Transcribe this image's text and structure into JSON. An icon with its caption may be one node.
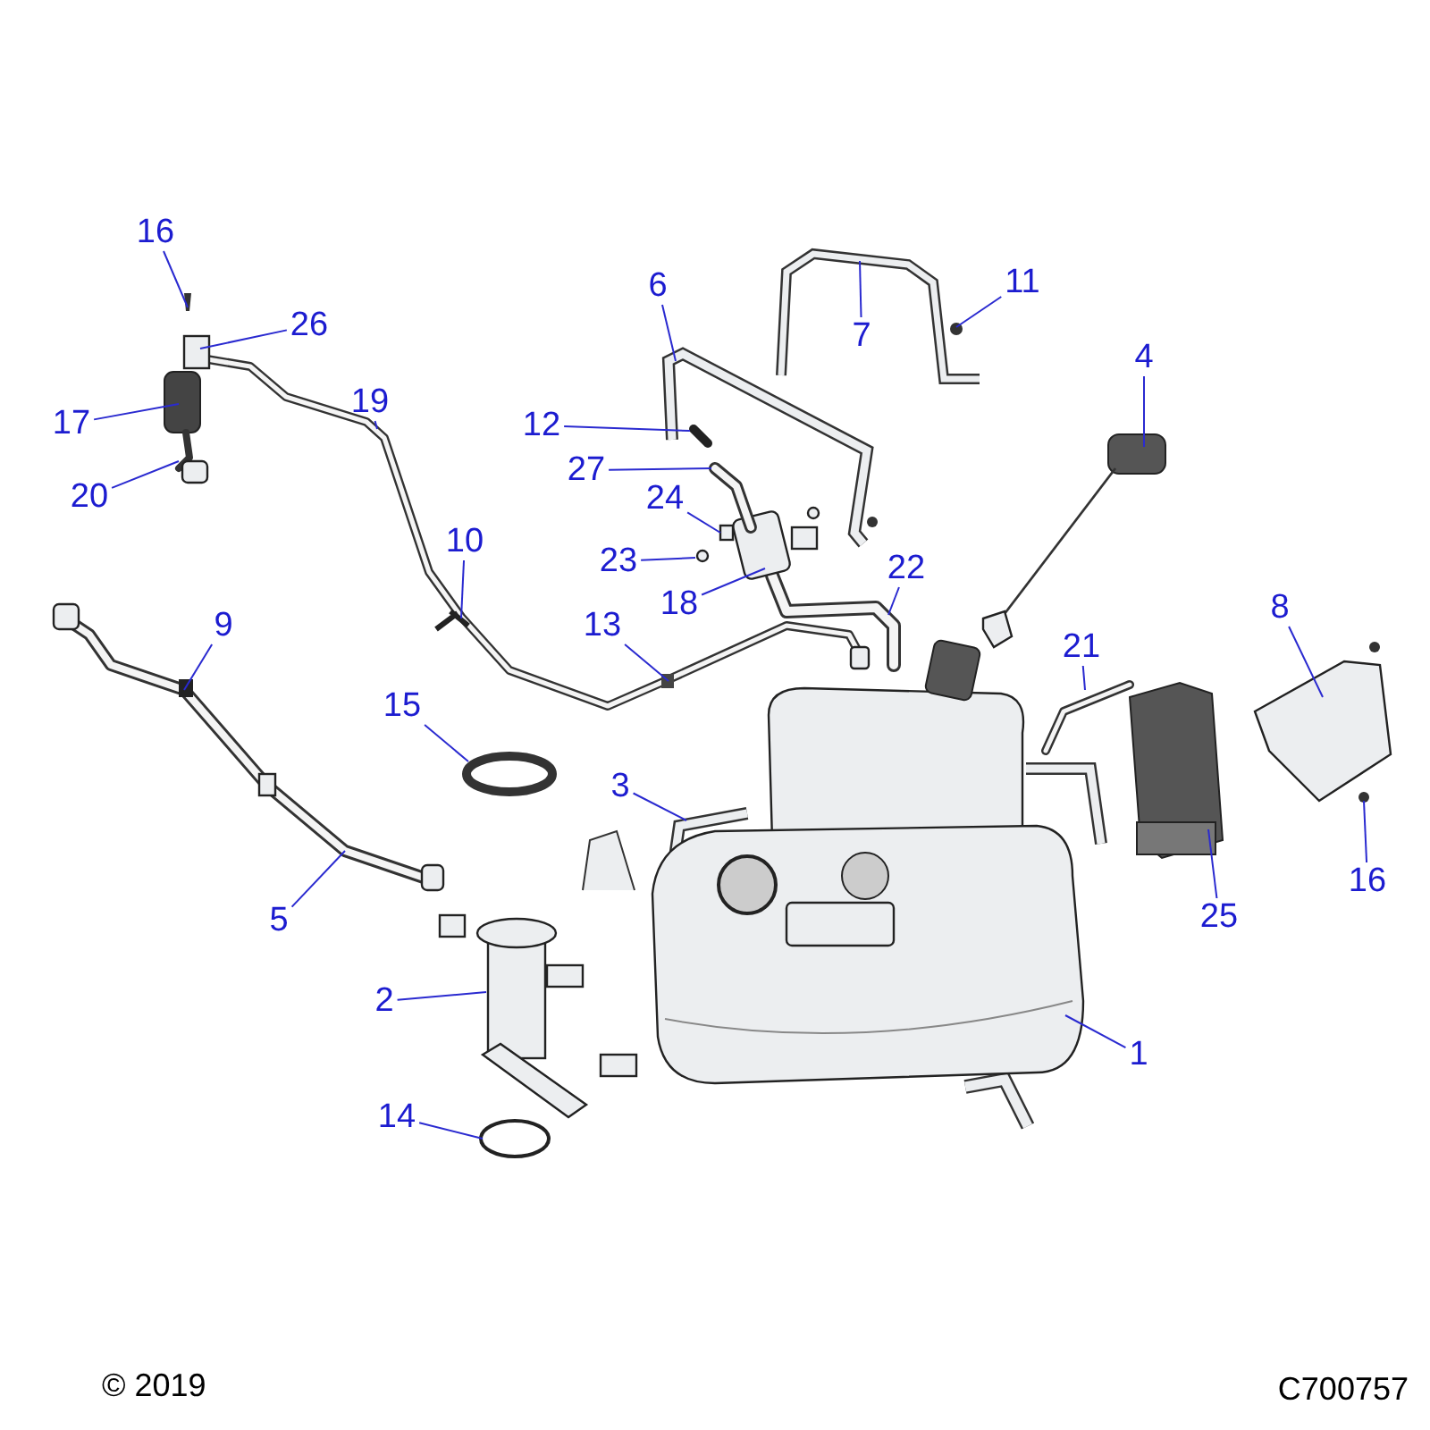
{
  "diagram": {
    "nodes": [
      {
        "text": [
          "16"
        ]
      },
      {
        "text": [
          "26"
        ]
      },
      {
        "text": [
          "17"
        ]
      },
      {
        "text": [
          "20"
        ]
      },
      {
        "text": [
          "19"
        ]
      },
      {
        "text": [
          "6"
        ]
      },
      {
        "text": [
          "7"
        ]
      },
      {
        "text": [
          "11"
        ]
      },
      {
        "text": [
          "4"
        ]
      },
      {
        "text": [
          "12"
        ]
      },
      {
        "text": [
          "27"
        ]
      },
      {
        "text": [
          "24"
        ]
      },
      {
        "text": [
          "23"
        ]
      },
      {
        "text": [
          "18"
        ]
      },
      {
        "text": [
          "22"
        ]
      },
      {
        "text": [
          "10"
        ]
      },
      {
        "text": [
          "13"
        ]
      },
      {
        "text": [
          "9"
        ]
      },
      {
        "text": [
          "21"
        ]
      },
      {
        "text": [
          "8"
        ]
      },
      {
        "text": [
          "15"
        ]
      },
      {
        "text": [
          "3"
        ]
      },
      {
        "text": [
          "16"
        ]
      },
      {
        "text": [
          "25"
        ]
      },
      {
        "text": [
          "5"
        ]
      },
      {
        "text": [
          "2"
        ]
      },
      {
        "text": [
          "1"
        ]
      },
      {
        "text": [
          "14"
        ]
      },
      {
        "text": [],
        "shape": "picture"
      },
      {
        "text": [],
        "shape": "circle"
      },
      {
        "text": [],
        "shape": "box"
      }
    ],
    "edges": [
      {
        "from": 0,
        "to": null,
        "arrow": "none"
      },
      {
        "from": 1,
        "to": null,
        "arrow": "none"
      },
      {
        "from": 2,
        "to": null,
        "arrow": "none"
      },
      {
        "from": 3,
        "to": null,
        "arrow": "none"
      },
      {
        "from": 4,
        "to": null,
        "arrow": "none"
      },
      {
        "from": 5,
        "to": null,
        "arrow": "none"
      },
      {
        "from": 6,
        "to": null,
        "arrow": "none"
      },
      {
        "from": 7,
        "to": null,
        "arrow": "none"
      },
      {
        "from": 8,
        "to": null,
        "arrow": "none"
      },
      {
        "from": 9,
        "to": null,
        "arrow": "none"
      },
      {
        "from": 10,
        "to": 28,
        "arrow": "none"
      },
      {
        "from": 11,
        "to": 30,
        "arrow": "none"
      },
      {
        "from": 12,
        "to": 29,
        "arrow": "none"
      },
      {
        "from": 13,
        "to": null,
        "arrow": "none"
      },
      {
        "from": 14,
        "to": null,
        "arrow": "none"
      },
      {
        "from": 15,
        "to": null,
        "arrow": "none"
      },
      {
        "from": 16,
        "to": null,
        "arrow": "none"
      },
      {
        "from": 17,
        "to": null,
        "arrow": "none"
      },
      {
        "from": 18,
        "to": null,
        "arrow": "none"
      },
      {
        "from": 19,
        "to": null,
        "arrow": "none"
      },
      {
        "from": 20,
        "to": null,
        "arrow": "none"
      },
      {
        "from": 21,
        "to": null,
        "arrow": "none"
      },
      {
        "from": 22,
        "to": null,
        "arrow": "none"
      },
      {
        "from": 23,
        "to": null,
        "arrow": "none"
      },
      {
        "from": 24,
        "to": null,
        "arrow": "none"
      },
      {
        "from": 25,
        "to": null,
        "arrow": "none"
      },
      {
        "from": 26,
        "to": null,
        "arrow": "none"
      },
      {
        "from": 27,
        "to": null,
        "arrow": "none"
      }
    ],
    "labels": [
      "© 2019",
      "C700757"
    ]
  }
}
